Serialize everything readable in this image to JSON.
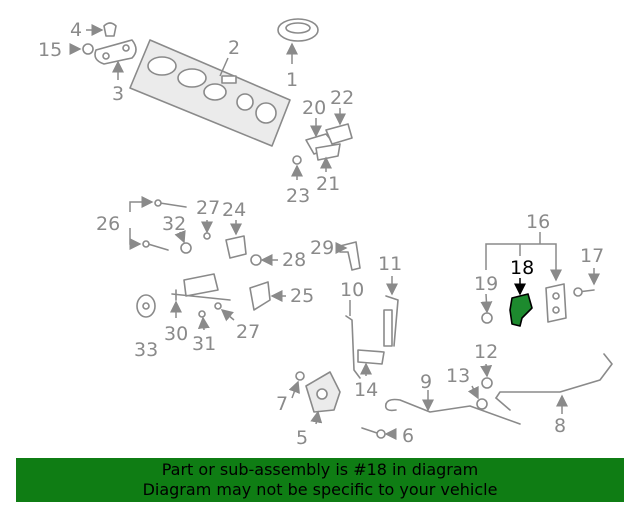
{
  "callouts": {
    "c1": "1",
    "c2": "2",
    "c3": "3",
    "c4": "4",
    "c5": "5",
    "c6": "6",
    "c7": "7",
    "c8": "8",
    "c9": "9",
    "c10": "10",
    "c11": "11",
    "c12": "12",
    "c13": "13",
    "c14": "14",
    "c15": "15",
    "c16": "16",
    "c17": "17",
    "c18": "18",
    "c19": "19",
    "c20": "20",
    "c21": "21",
    "c22": "22",
    "c23": "23",
    "c24": "24",
    "c25": "25",
    "c26": "26",
    "c27a": "27",
    "c27b": "27",
    "c28": "28",
    "c29": "29",
    "c30": "30",
    "c31": "31",
    "c32": "32",
    "c33": "33"
  },
  "highlight": {
    "callout": "18",
    "color": "#1d8a2e"
  },
  "banner": {
    "line1": "Part or sub-assembly is #18 in diagram",
    "line2": "Diagram may not be specific to your vehicle",
    "background": "#0f7d14"
  }
}
